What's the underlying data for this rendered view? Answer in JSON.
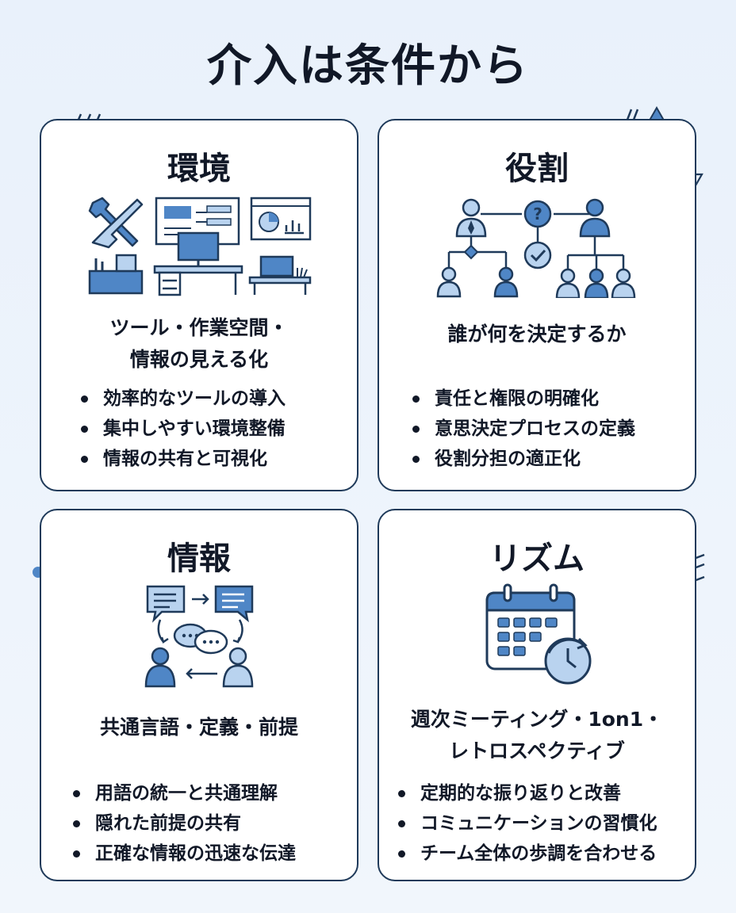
{
  "title": "介入は条件から",
  "colors": {
    "dark": "#1f3a5a",
    "blue": "#4f86c6",
    "light": "#b9d3ef"
  },
  "cards": [
    {
      "title": "環境",
      "icon": "workspace-tools-icon",
      "subtitle_lines": [
        "ツール・作業空間・",
        "情報の見える化"
      ],
      "bullets": [
        "効率的なツールの導入",
        "集中しやすい環境整備",
        "情報の共有と可視化"
      ]
    },
    {
      "title": "役割",
      "icon": "org-chart-icon",
      "subtitle_lines": [
        "誰が何を決定するか"
      ],
      "bullets": [
        "責任と権限の明確化",
        "意思決定プロセスの定義",
        "役割分担の適正化"
      ]
    },
    {
      "title": "情報",
      "icon": "communication-icon",
      "subtitle_lines": [
        "共通言語・定義・前提"
      ],
      "bullets": [
        "用語の統一と共通理解",
        "隠れた前提の共有",
        "正確な情報の迅速な伝達"
      ]
    },
    {
      "title": "リズム",
      "icon": "calendar-clock-icon",
      "subtitle_lines": [
        "週次ミーティング・1on1・",
        "レトロスペクティブ"
      ],
      "bullets": [
        "定期的な振り返りと改善",
        "コミュニケーションの習慣化",
        "チーム全体の歩調を合わせる"
      ]
    }
  ]
}
